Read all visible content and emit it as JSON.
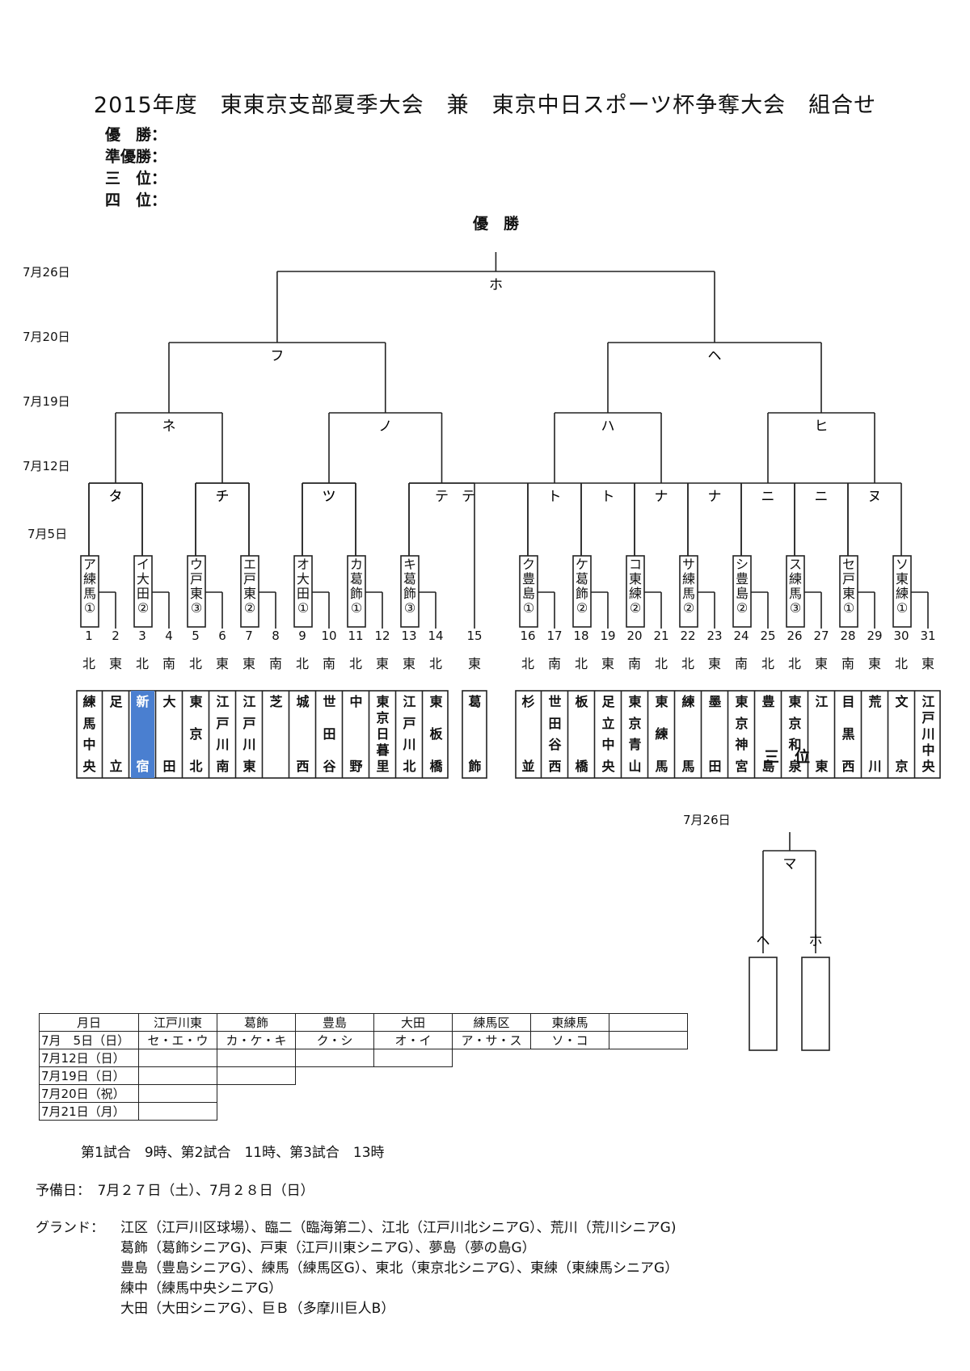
{
  "title": "2015年度　東東京支部夏季大会　兼　東京中日スポーツ杯争奪大会　組合せ",
  "results": [
    {
      "label": "優　勝："
    },
    {
      "label": "準優勝："
    },
    {
      "label": "三　位："
    },
    {
      "label": "四　位："
    }
  ],
  "final_label": "優　勝",
  "dates": {
    "r5": "7月26日",
    "r4": "7月20日",
    "r3": "7月19日",
    "r2": "7月12日",
    "r1": "7月5日"
  },
  "games": {
    "final": "ホ",
    "semis": [
      "フ",
      "ヘ"
    ],
    "qf": [
      "ネ",
      "ノ",
      "ハ",
      "ヒ"
    ],
    "r2": [
      "タ",
      "チ",
      "ツ",
      "テ",
      "ト",
      "ナ",
      "ニ",
      "ヌ"
    ],
    "r1": [
      {
        "slot": 1,
        "text": "ア練馬①"
      },
      {
        "slot": 3,
        "text": "イ大田②"
      },
      {
        "slot": 5,
        "text": "ウ戸東③"
      },
      {
        "slot": 7,
        "text": "エ戸東②"
      },
      {
        "slot": 9,
        "text": "オ大田①"
      },
      {
        "slot": 11,
        "text": "カ葛飾①"
      },
      {
        "slot": 13,
        "text": "キ葛飾③"
      },
      {
        "slot": 16,
        "text": "ク豊島①"
      },
      {
        "slot": 18,
        "text": "ケ葛飾②"
      },
      {
        "slot": 20,
        "text": "コ東練②"
      },
      {
        "slot": 22,
        "text": "サ練馬②"
      },
      {
        "slot": 24,
        "text": "シ豊島②"
      },
      {
        "slot": 26,
        "text": "ス練馬③"
      },
      {
        "slot": 28,
        "text": "セ戸東①"
      },
      {
        "slot": 30,
        "text": "ソ東練①"
      }
    ]
  },
  "slots": [
    {
      "num": "1",
      "area": "北",
      "team": "練馬中央"
    },
    {
      "num": "2",
      "area": "東",
      "team": "足立"
    },
    {
      "num": "3",
      "area": "北",
      "team": "新宿",
      "highlight": true
    },
    {
      "num": "4",
      "area": "南",
      "team": "大田"
    },
    {
      "num": "5",
      "area": "北",
      "team": "東京北"
    },
    {
      "num": "6",
      "area": "東",
      "team": "江戸川南"
    },
    {
      "num": "7",
      "area": "東",
      "team": "江戸川東"
    },
    {
      "num": "8",
      "area": "南",
      "team": "芝"
    },
    {
      "num": "9",
      "area": "北",
      "team": "城西"
    },
    {
      "num": "10",
      "area": "南",
      "team": "世田谷"
    },
    {
      "num": "11",
      "area": "北",
      "team": "中野"
    },
    {
      "num": "12",
      "area": "東",
      "team": "東京日暮里"
    },
    {
      "num": "13",
      "area": "東",
      "team": "江戸川北"
    },
    {
      "num": "14",
      "area": "北",
      "team": "東板橋"
    },
    {
      "num": "15",
      "area": "東",
      "team": "葛飾"
    },
    {
      "num": "16",
      "area": "北",
      "team": "杉並"
    },
    {
      "num": "17",
      "area": "南",
      "team": "世田谷西"
    },
    {
      "num": "18",
      "area": "北",
      "team": "板橋"
    },
    {
      "num": "19",
      "area": "東",
      "team": "足立中央"
    },
    {
      "num": "20",
      "area": "南",
      "team": "東京青山"
    },
    {
      "num": "21",
      "area": "北",
      "team": "東練馬"
    },
    {
      "num": "22",
      "area": "北",
      "team": "練馬"
    },
    {
      "num": "23",
      "area": "東",
      "team": "墨田"
    },
    {
      "num": "24",
      "area": "南",
      "team": "東京神宮"
    },
    {
      "num": "25",
      "area": "北",
      "team": "豊島"
    },
    {
      "num": "26",
      "area": "北",
      "team": "東京和泉"
    },
    {
      "num": "27",
      "area": "東",
      "team": "江東"
    },
    {
      "num": "28",
      "area": "南",
      "team": "目黒西"
    },
    {
      "num": "29",
      "area": "東",
      "team": "荒川"
    },
    {
      "num": "30",
      "area": "北",
      "team": "文京"
    },
    {
      "num": "31",
      "area": "東",
      "team": "江戸川中央"
    }
  ],
  "third": {
    "heading": "三　位",
    "game": "マ",
    "date": "7月26日",
    "left": "ヘ",
    "right": "ホ"
  },
  "schedule": {
    "headers": [
      "月日",
      "江戸川東",
      "葛飾",
      "豊島",
      "大田",
      "練馬区",
      "東練馬"
    ],
    "rows": [
      {
        "date": "7月　5日（日）",
        "cells": [
          "セ・エ・ウ",
          "カ・ケ・キ",
          "ク・シ",
          "オ・イ",
          "ア・サ・ス",
          "ソ・コ"
        ]
      },
      {
        "date": "7月12日（日）"
      },
      {
        "date": "7月19日（日）"
      },
      {
        "date": "7月20日（祝）"
      },
      {
        "date": "7月21日（月）"
      }
    ]
  },
  "notes": {
    "times": "第1試合　9時、第2試合　11時、第3試合　13時",
    "reserve": "予備日：　7月２７日（土）、7月２８日（日）",
    "ground_label": "グランド：",
    "grounds": [
      "江区（江戸川区球場）、臨二（臨海第二）、江北（江戸川北シニアG）、荒川（荒川シニアG)",
      "葛飾（葛飾シニアG)、戸東（江戸川東シニアG）、夢島（夢の島G）",
      "豊島（豊島シニアG）、練馬（練馬区G）、東北（東京北シニアG）、東練（東練馬シニアG）",
      "練中（練馬中央シニアG）",
      "大田（大田シニアG）、巨Ｂ（多摩川巨人B）"
    ]
  }
}
